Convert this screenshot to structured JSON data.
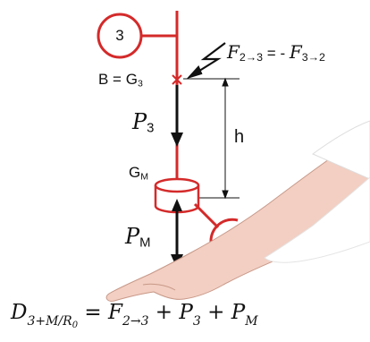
{
  "solid_label": "3",
  "colors": {
    "rod": "#d42a2a",
    "arrow": "#111111",
    "arm": "#e07a8a"
  },
  "icons": [
    "lightning-bolt-icon",
    "hand-pointer"
  ],
  "labels": {
    "force": {
      "lhs_symbol": "F",
      "lhs_sub": "2→3",
      "equals": " = - ",
      "rhs_symbol": "F",
      "rhs_sub": "3→2"
    },
    "point_B": {
      "text": "B = G",
      "sub": "3"
    },
    "weight_3": {
      "symbol": "P",
      "sub": "3"
    },
    "height": "h",
    "center_M": {
      "text": "G",
      "sub": "M"
    },
    "weight_M": {
      "symbol": "P",
      "sub": "M"
    }
  },
  "equation": {
    "lhs_symbol": "D",
    "lhs_sub": "3+M/R",
    "lhs_sub_sub": "0",
    "eq": " = ",
    "t1_symbol": "F",
    "t1_sub": "2→3",
    "plus1": " + ",
    "t2_symbol": "P",
    "t2_sub": "3",
    "plus2": " + ",
    "t3_symbol": "P",
    "t3_sub": "M"
  }
}
